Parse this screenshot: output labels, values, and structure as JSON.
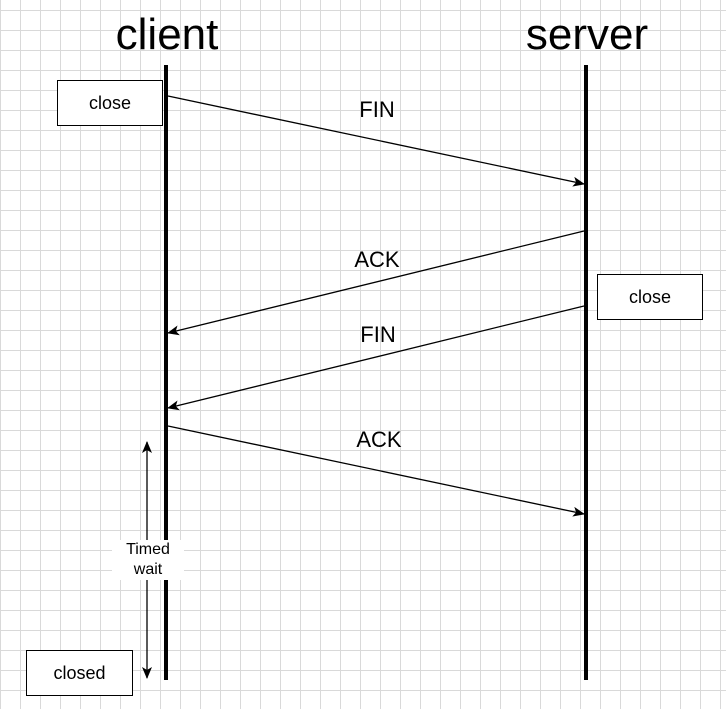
{
  "actors": {
    "client": "client",
    "server": "server"
  },
  "states": {
    "client_start": "close",
    "server_close": "close",
    "client_end": "closed"
  },
  "messages": [
    {
      "label": "FIN",
      "from": "client",
      "to": "server"
    },
    {
      "label": "ACK",
      "from": "server",
      "to": "client"
    },
    {
      "label": "FIN",
      "from": "server",
      "to": "client"
    },
    {
      "label": "ACK",
      "from": "client",
      "to": "server"
    }
  ],
  "timed_wait": {
    "line1": "Timed",
    "line2": "wait"
  }
}
